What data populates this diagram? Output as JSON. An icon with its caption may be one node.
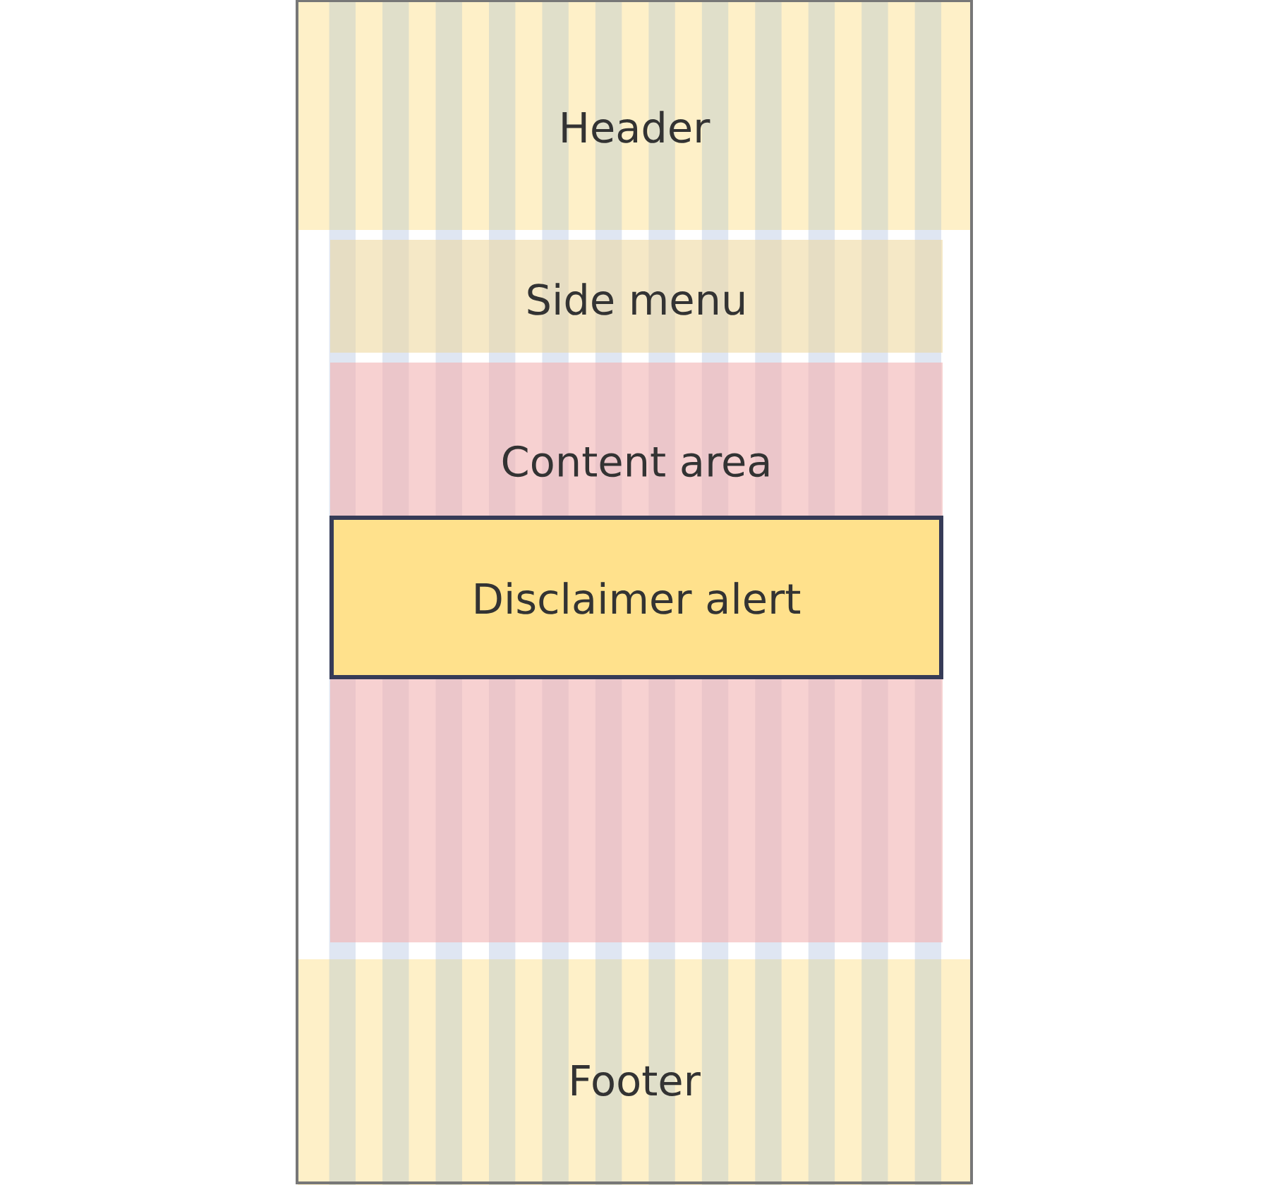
{
  "diagram": {
    "nodes": [
      {
        "text": [
          "Header"
        ]
      },
      {
        "text": [
          "Side menu"
        ]
      },
      {
        "text": [
          "Content area"
        ]
      },
      {
        "text": [
          "Disclaimer alert"
        ],
        "in": 2
      },
      {
        "text": [
          "Footer"
        ]
      }
    ]
  }
}
